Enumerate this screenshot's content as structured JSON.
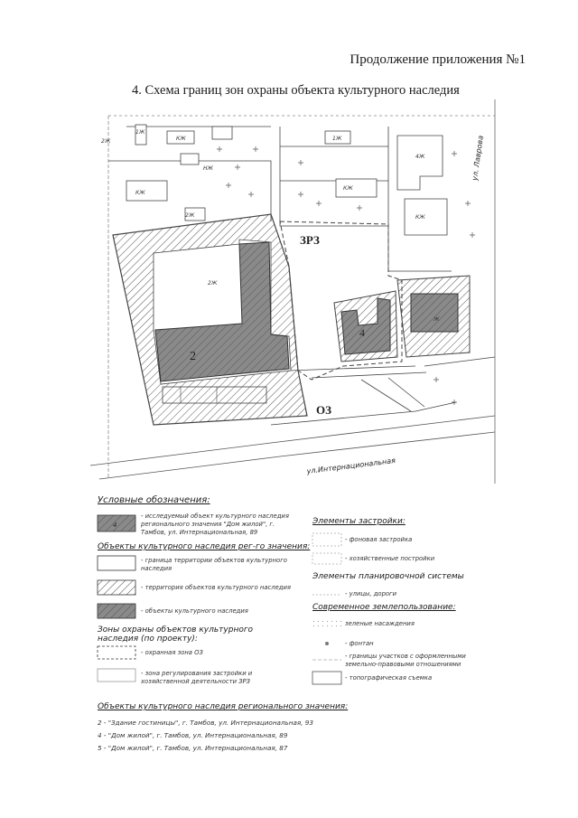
{
  "page": {
    "header": "Продолжение приложения №1",
    "title": "4. Схема границ зон охраны объекта культурного наследия"
  },
  "map": {
    "street_labels": {
      "internatsionalnaya": "ул.Интернациональная",
      "lavrova": "ул. Лаврова"
    },
    "zone_labels": {
      "zrz": "ЗРЗ",
      "oz": "ОЗ"
    },
    "object_numbers": {
      "n2": "2",
      "n4": "4"
    },
    "building_marks": [
      "2Ж",
      "1Ж",
      "КЖ",
      "НЖ",
      "КЖ",
      "2Ж",
      "1Ж",
      "4Ж",
      "КЖ",
      "КЖ",
      "2Ж",
      "Ж"
    ]
  },
  "legend": {
    "heading": "Условные обозначения:",
    "studied": "- исследуемый объект культурного наследия регионального значения \"Дом жилой\", г. Тамбов, ул. Интернациональная, 89",
    "studied_num": "4",
    "okn_heading": "Объекты культурного наследия рег-го значения:",
    "okn_territory_border": "- граница территории объектов культурного наследия",
    "okn_territory": "- территория объектов культурного наследия",
    "okn_objects": "- объекты культурного наследия",
    "zones_heading": "Зоны охраны объектов культурного наследия (по проекту):",
    "zone_oz": "- охранная зона ОЗ",
    "zone_zrz": "- зона регулирования застройки и хозяйственной деятельности ЗРЗ",
    "build_heading": "Элементы застройки:",
    "build_res": "- фоновая застройка",
    "build_aux": "- хозяйственные постройки",
    "plan_heading": "Элементы планировочной системы",
    "plan_streets": "- улицы, дороги",
    "land_heading": "Современное землепользование:",
    "land_green": "зеленые насаждения",
    "land_fountain": "- фонтан",
    "land_parcels": "- границы участков с оформленными земельно-правовыми отношениями",
    "land_topo": "- топографическая съемка",
    "regional_heading": "Объекты культурного наследия регионального значения:",
    "regional_items": [
      "2 - \"Здание гостиницы\", г. Тамбов, ул. Интернациональная, 93",
      "4 - \"Дом жилой\", г. Тамбов, ул. Интернациональная, 89",
      "5 - \"Дом жилой\", г. Тамбов, ул. Интернациональная, 87"
    ]
  },
  "colors": {
    "ink": "#1a1a1a",
    "object_fill": "#8a8a8a",
    "hatch": "#555555",
    "zone_border": "#444444"
  }
}
